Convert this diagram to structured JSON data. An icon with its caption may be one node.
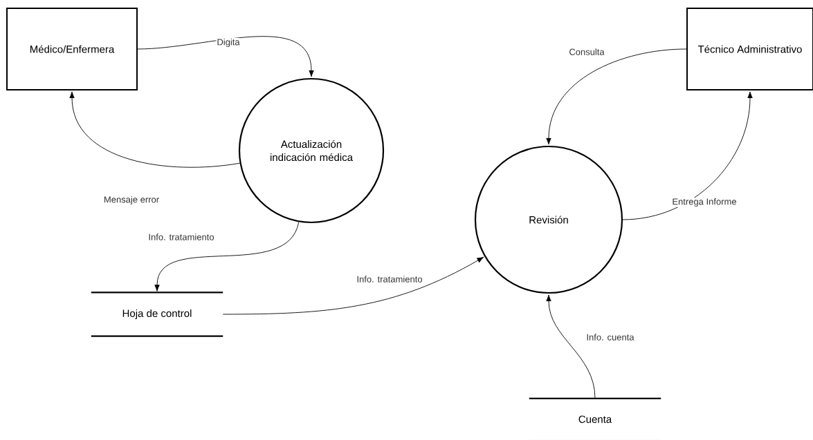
{
  "diagram": {
    "nodes": [
      {
        "text": [
          "Médico/Enfermera"
        ]
      },
      {
        "text": [
          "Actualización indicación médica"
        ]
      },
      {
        "text": [
          "Técnico Administrativo"
        ]
      },
      {
        "text": [
          "Revisión"
        ]
      },
      {
        "text": [
          "Hoja de control"
        ]
      },
      {
        "text": [
          "Cuenta"
        ]
      }
    ],
    "edges": [
      {
        "from": 0,
        "to": 1,
        "arrow": "to",
        "label": "Digita"
      },
      {
        "from": 1,
        "to": 0,
        "arrow": "to",
        "label": "Mensaje error"
      },
      {
        "from": 1,
        "to": 4,
        "arrow": "to",
        "label": "Info. tratamiento"
      },
      {
        "from": 4,
        "to": 3,
        "arrow": "to",
        "label": "Info. tratamiento"
      },
      {
        "from": 2,
        "to": 3,
        "arrow": "to",
        "label": "Consulta"
      },
      {
        "from": 3,
        "to": 2,
        "arrow": "to",
        "label": "Entrega Informe"
      },
      {
        "from": 5,
        "to": 3,
        "arrow": "to",
        "label": "Info. cuenta"
      }
    ]
  }
}
